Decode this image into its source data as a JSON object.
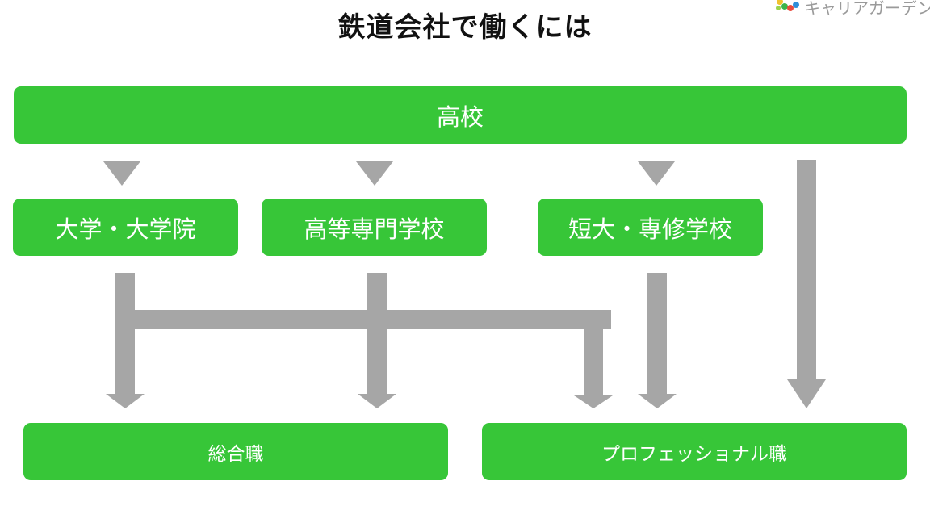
{
  "title": "鉄道会社で働くには",
  "logo": {
    "text": "キャリアガーデン",
    "icon": "leaf-cluster-logo"
  },
  "nodes": {
    "high_school": "高校",
    "university": "大学・大学院",
    "vocational": "高等専門学校",
    "junior_college": "短大・専修学校",
    "general": "総合職",
    "professional": "プロフェッショナル職"
  },
  "colors": {
    "box": "#37c638",
    "arrow": "#a6a6a6",
    "box_text": "#ffffff",
    "title_text": "#111111"
  }
}
